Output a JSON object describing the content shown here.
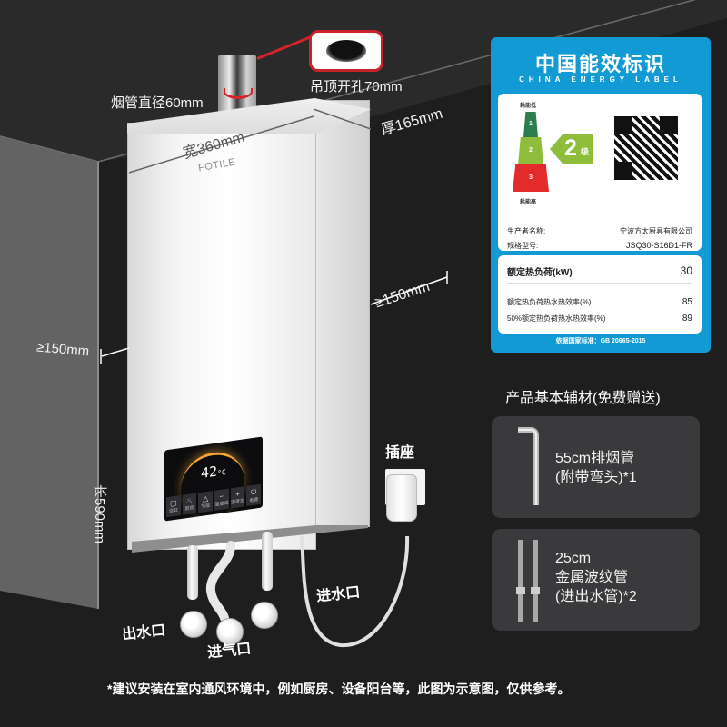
{
  "diagram": {
    "dimensions": {
      "flue_diameter": "烟管直径60mm",
      "ceiling_hole": "吊顶开孔70mm",
      "width": "宽360mm",
      "thickness": "厚165mm",
      "clearance_right": "≥150mm",
      "clearance_left": "≥150mm",
      "length": "长590mm"
    },
    "brand_logo": "FOTILE",
    "panel": {
      "temperature": "42",
      "unit": "°C",
      "buttons": [
        {
          "icon": "▢",
          "label": "浴缸"
        },
        {
          "icon": "♨",
          "label": "厨房"
        },
        {
          "icon": "△",
          "label": "节能"
        },
        {
          "icon": "−",
          "label": "温度减"
        },
        {
          "icon": "+",
          "label": "温度加"
        },
        {
          "icon": "⏻",
          "label": "电源"
        }
      ]
    },
    "callouts": {
      "outlet": "出水口",
      "gas_inlet": "进气口",
      "water_inlet": "进水口",
      "socket": "插座"
    }
  },
  "energy_label": {
    "title": "中国能效标识",
    "subtitle": "CHINA ENERGY LABEL",
    "low_consumption": "耗能低",
    "high_consumption": "耗能高",
    "tiers": [
      "1",
      "2",
      "3"
    ],
    "grade": "2",
    "grade_suffix": "级",
    "manufacturer_label": "生产者名称:",
    "manufacturer": "宁波方太厨具有限公司",
    "model_label": "规格型号:",
    "model": "JSQ30-S16D1-FR",
    "specs": [
      {
        "label": "额定热负荷(kW)",
        "value": "30"
      },
      {
        "label": "额定热负荷热水热效率(%)",
        "value": "85"
      },
      {
        "label": "50%额定热负荷热水热效率(%)",
        "value": "89"
      }
    ],
    "standard": "依据国家标准：GB 20665-2015",
    "colors": {
      "frame": "#129ad4",
      "tier1": "#2e7d4f",
      "tier2": "#8ebd3b",
      "tier3": "#e32b2b"
    }
  },
  "accessories": {
    "title": "产品基本辅材(免费赠送)",
    "items": [
      {
        "line1": "55cm排烟管",
        "line2": "(附带弯头)*1",
        "line3": ""
      },
      {
        "line1": "25cm",
        "line2": "金属波纹管",
        "line3": "(进出水管)*2"
      }
    ]
  },
  "footer_note": "*建议安装在室内通风环境中，例如厨房、设备阳台等，此图为示意图，仅供参考。"
}
